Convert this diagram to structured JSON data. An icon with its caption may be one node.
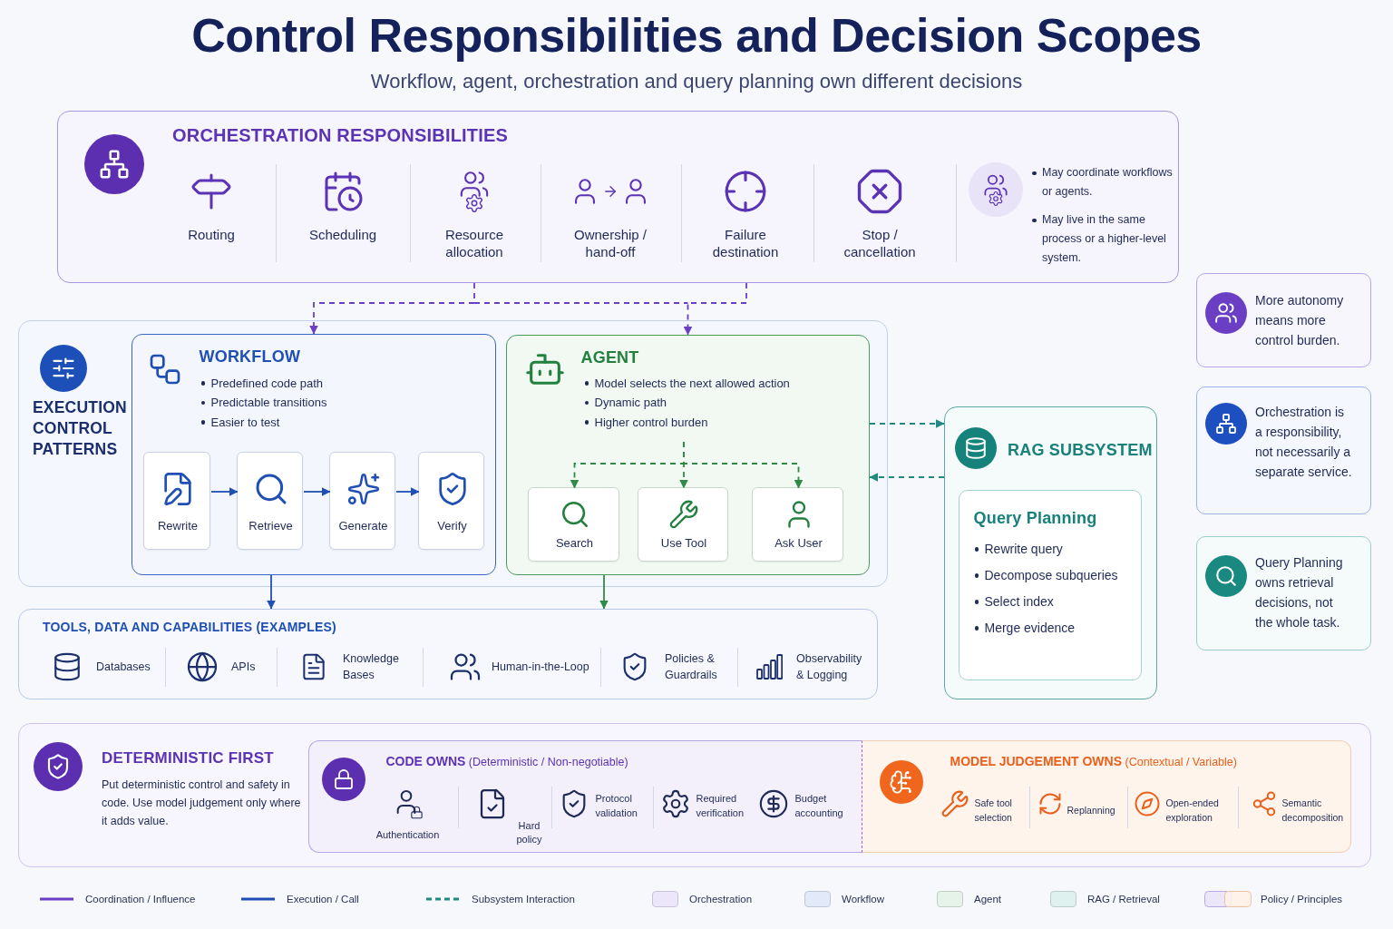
{
  "diagram": {
    "title": "Control Responsibilities and Decision Scopes",
    "nodes": [
      {
        "text": [
          "ORCHESTRATION RESPONSIBILITIES",
          "Routing",
          "Scheduling",
          "Resource allocation",
          "Ownership / hand-off",
          "Failure destination",
          "Stop / cancellation",
          "May coordinate workflows or agents.",
          "May live in the same process or a higher-level system."
        ]
      },
      {
        "text": [
          "EXECUTION CONTROL PATTERNS"
        ]
      },
      {
        "text": [
          "WORKFLOW",
          "Predefined code path",
          "Predictable transitions",
          "Easier to test"
        ],
        "in": 1
      },
      {
        "text": [
          "Rewrite"
        ],
        "in": 2
      },
      {
        "text": [
          "Retrieve"
        ],
        "in": 2
      },
      {
        "text": [
          "Generate"
        ],
        "in": 2
      },
      {
        "text": [
          "Verify"
        ],
        "in": 2
      },
      {
        "text": [
          "AGENT",
          "Model selects the next allowed action",
          "Dynamic path",
          "Higher control burden"
        ],
        "in": 1
      },
      {
        "text": [
          "Search"
        ],
        "in": 7
      },
      {
        "text": [
          "Use Tool"
        ],
        "in": 7
      },
      {
        "text": [
          "Ask User"
        ],
        "in": 7
      },
      {
        "text": [
          "RAG SUBSYSTEM"
        ]
      },
      {
        "text": [
          "Query Planning",
          "Rewrite query",
          "Decompose subqueries",
          "Select index",
          "Merge evidence"
        ],
        "in": 11
      },
      {
        "text": [
          "More autonomy means more control burden."
        ]
      },
      {
        "text": [
          "Orchestration is a responsibility, not necessarily a separate service."
        ]
      },
      {
        "text": [
          "Query Planning owns retrieval decisions, not the whole task."
        ]
      },
      {
        "text": [
          "TOOLS, DATA AND CAPABILITIES (EXAMPLES)",
          "Databases",
          "APIs",
          "Knowledge Bases",
          "Human-in-the-Loop",
          "Policies & Guardrails",
          "Observability & Logging"
        ]
      },
      {
        "text": [
          "DETERMINISTIC FIRST",
          "Put deterministic control and safety in code. Use model judgement only where it adds value."
        ]
      },
      {
        "text": [
          "**CODE OWNS** (Deterministic / Non-negotiable)",
          "Authentication",
          "Hard policy",
          "Protocol validation",
          "Required verification",
          "Budget accounting"
        ],
        "in": 17
      },
      {
        "text": [
          "**MODEL JUDGEMENT OWNS** (Contextual / Variable)",
          "Safe tool selection",
          "Replanning",
          "Open-ended exploration",
          "Semantic decomposition"
        ],
        "in": 17
      }
    ],
    "edges": [
      {
        "from": 0,
        "to": 2,
        "arrow": "to",
        "style": "dashed",
        "color": "#6a3fc4"
      },
      {
        "from": 0,
        "to": 7,
        "arrow": "to",
        "style": "dashed",
        "color": "#6a3fc4"
      },
      {
        "from": 3,
        "to": 4,
        "arrow": "to"
      },
      {
        "from": 4,
        "to": 5,
        "arrow": "to"
      },
      {
        "from": 5,
        "to": 6,
        "arrow": "to"
      },
      {
        "from": null,
        "to": 8,
        "arrow": "to",
        "style": "dashed",
        "color": "#2e8b47"
      },
      {
        "from": null,
        "to": 9,
        "arrow": "to",
        "style": "dashed",
        "color": "#2e8b47"
      },
      {
        "from": null,
        "to": 10,
        "arrow": "to",
        "style": "dashed",
        "color": "#2e8b47"
      },
      {
        "from": 2,
        "to": 16,
        "arrow": "to"
      },
      {
        "from": 7,
        "to": 16,
        "arrow": "to",
        "color": "#2e8b47"
      },
      {
        "from": 7,
        "to": 11,
        "arrow": "to",
        "style": "dashed",
        "color": "#1f8a80"
      },
      {
        "from": 11,
        "to": 7,
        "arrow": "to",
        "style": "dashed",
        "color": "#1f8a80"
      }
    ],
    "labels": [
      "Workflow, agent, orchestration and query planning own different decisions"
    ],
    "legend": [
      {
        "text": "Coordination / Influence"
      },
      {
        "text": "Execution / Call"
      },
      {
        "text": "Subsystem Interaction"
      },
      {
        "text": "Orchestration",
        "color": "#ece6fa"
      },
      {
        "text": "Workflow",
        "color": "#e2eafa"
      },
      {
        "text": "Agent",
        "color": "#e5f3e8"
      },
      {
        "text": "RAG / Retrieval",
        "color": "#def1ef"
      },
      {
        "text": "Policy / Principles"
      }
    ]
  }
}
